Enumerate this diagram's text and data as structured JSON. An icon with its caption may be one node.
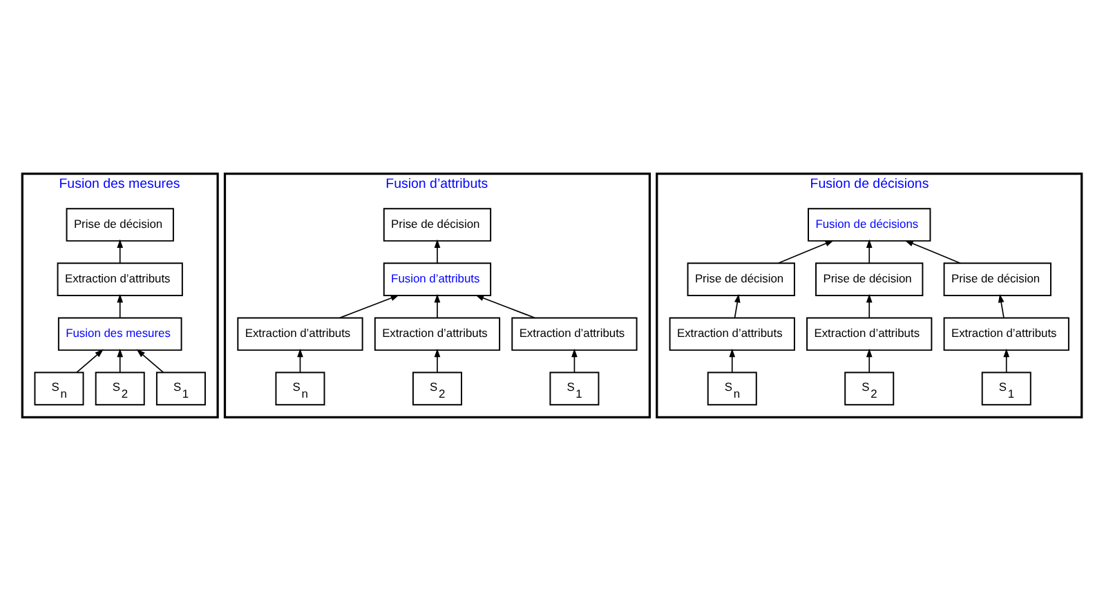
{
  "diagram": {
    "nodes": [
      {
        "text": [
          "Fusion des mesures"
        ]
      },
      {
        "text": [
          "Prise de décision"
        ],
        "in": 0
      },
      {
        "text": [
          "Extraction d’attributs"
        ],
        "in": 0
      },
      {
        "text": [
          "Fusion des mesures"
        ],
        "in": 0
      },
      {
        "text": [
          "S$_{1}$"
        ],
        "in": 0
      },
      {
        "text": [
          "S$_{2}$"
        ],
        "in": 0
      },
      {
        "text": [
          "S$_{n}$"
        ],
        "in": 0
      },
      {
        "text": [
          "Fusion d’attributs"
        ]
      },
      {
        "text": [
          "Prise de décision"
        ],
        "in": 7
      },
      {
        "text": [
          "Fusion d’attributs"
        ],
        "in": 7
      },
      {
        "text": [
          "Extraction d’attributs"
        ],
        "in": 7
      },
      {
        "text": [
          "Extraction d’attributs"
        ],
        "in": 7
      },
      {
        "text": [
          "Extraction d’attributs"
        ],
        "in": 7
      },
      {
        "text": [
          "S$_{1}$"
        ],
        "in": 7
      },
      {
        "text": [
          "S$_{2}$"
        ],
        "in": 7
      },
      {
        "text": [
          "S$_{n}$"
        ],
        "in": 7
      },
      {
        "text": [
          "Fusion de décisions"
        ]
      },
      {
        "text": [
          "Fusion de décisions"
        ],
        "in": 16
      },
      {
        "text": [
          "Prise de décision"
        ],
        "in": 16
      },
      {
        "text": [
          "Prise de décision"
        ],
        "in": 16
      },
      {
        "text": [
          "Prise de décision"
        ],
        "in": 16
      },
      {
        "text": [
          "Extraction d’attributs"
        ],
        "in": 16
      },
      {
        "text": [
          "Extraction d’attributs"
        ],
        "in": 16
      },
      {
        "text": [
          "Extraction d’attributs"
        ],
        "in": 16
      },
      {
        "text": [
          "S$_{1}$"
        ],
        "in": 16
      },
      {
        "text": [
          "S$_{2}$"
        ],
        "in": 16
      },
      {
        "text": [
          "S$_{n}$"
        ],
        "in": 16
      }
    ],
    "edges": [
      {
        "from": 4,
        "to": 3,
        "arrow": "to"
      },
      {
        "from": 5,
        "to": 3,
        "arrow": "to"
      },
      {
        "from": 6,
        "to": 3,
        "arrow": "to"
      },
      {
        "from": 3,
        "to": 2,
        "arrow": "to"
      },
      {
        "from": 2,
        "to": 1,
        "arrow": "to"
      },
      {
        "from": 13,
        "to": 10,
        "arrow": "to"
      },
      {
        "from": 14,
        "to": 11,
        "arrow": "to"
      },
      {
        "from": 15,
        "to": 12,
        "arrow": "to"
      },
      {
        "from": 10,
        "to": 9,
        "arrow": "to"
      },
      {
        "from": 11,
        "to": 9,
        "arrow": "to"
      },
      {
        "from": 12,
        "to": 9,
        "arrow": "to"
      },
      {
        "from": 9,
        "to": 8,
        "arrow": "to"
      },
      {
        "from": 24,
        "to": 21,
        "arrow": "to"
      },
      {
        "from": 25,
        "to": 22,
        "arrow": "to"
      },
      {
        "from": 26,
        "to": 23,
        "arrow": "to"
      },
      {
        "from": 21,
        "to": 18,
        "arrow": "to"
      },
      {
        "from": 22,
        "to": 19,
        "arrow": "to"
      },
      {
        "from": 23,
        "to": 20,
        "arrow": "to"
      },
      {
        "from": 18,
        "to": 17,
        "arrow": "to"
      },
      {
        "from": 19,
        "to": 17,
        "arrow": "to"
      },
      {
        "from": 20,
        "to": 17,
        "arrow": "to"
      }
    ]
  }
}
